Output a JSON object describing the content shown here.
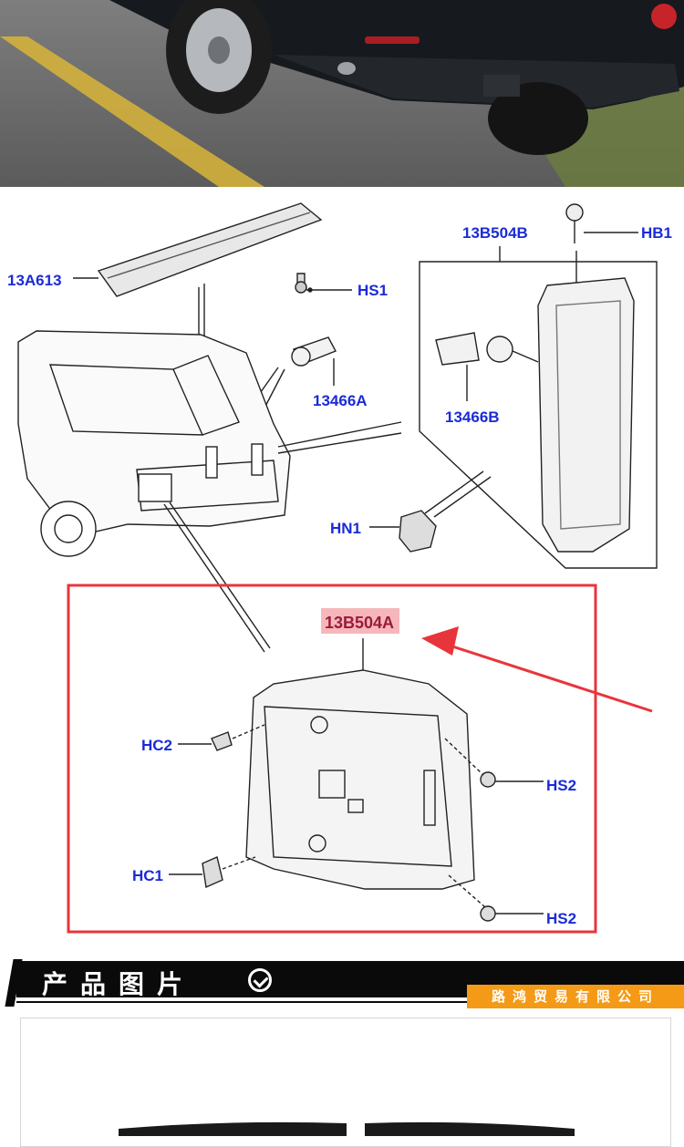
{
  "diagram": {
    "labels": {
      "part_13A613": "13A613",
      "part_HS1": "HS1",
      "part_13B504B": "13B504B",
      "part_HB1": "HB1",
      "part_13466A": "13466A",
      "part_13466B": "13466B",
      "part_HN1": "HN1",
      "part_13B504A": "13B504A",
      "part_HC2": "HC2",
      "part_HC1": "HC1",
      "part_HS2_top": "HS2",
      "part_HS2_bottom": "HS2"
    },
    "highlight_color": "#e8353b",
    "label_color": "#1a2bd8"
  },
  "banner": {
    "title": "产品图片",
    "check_icon": "check-circle-icon",
    "company": "路鸿贸易有限公司",
    "accent": "#f59a16"
  }
}
